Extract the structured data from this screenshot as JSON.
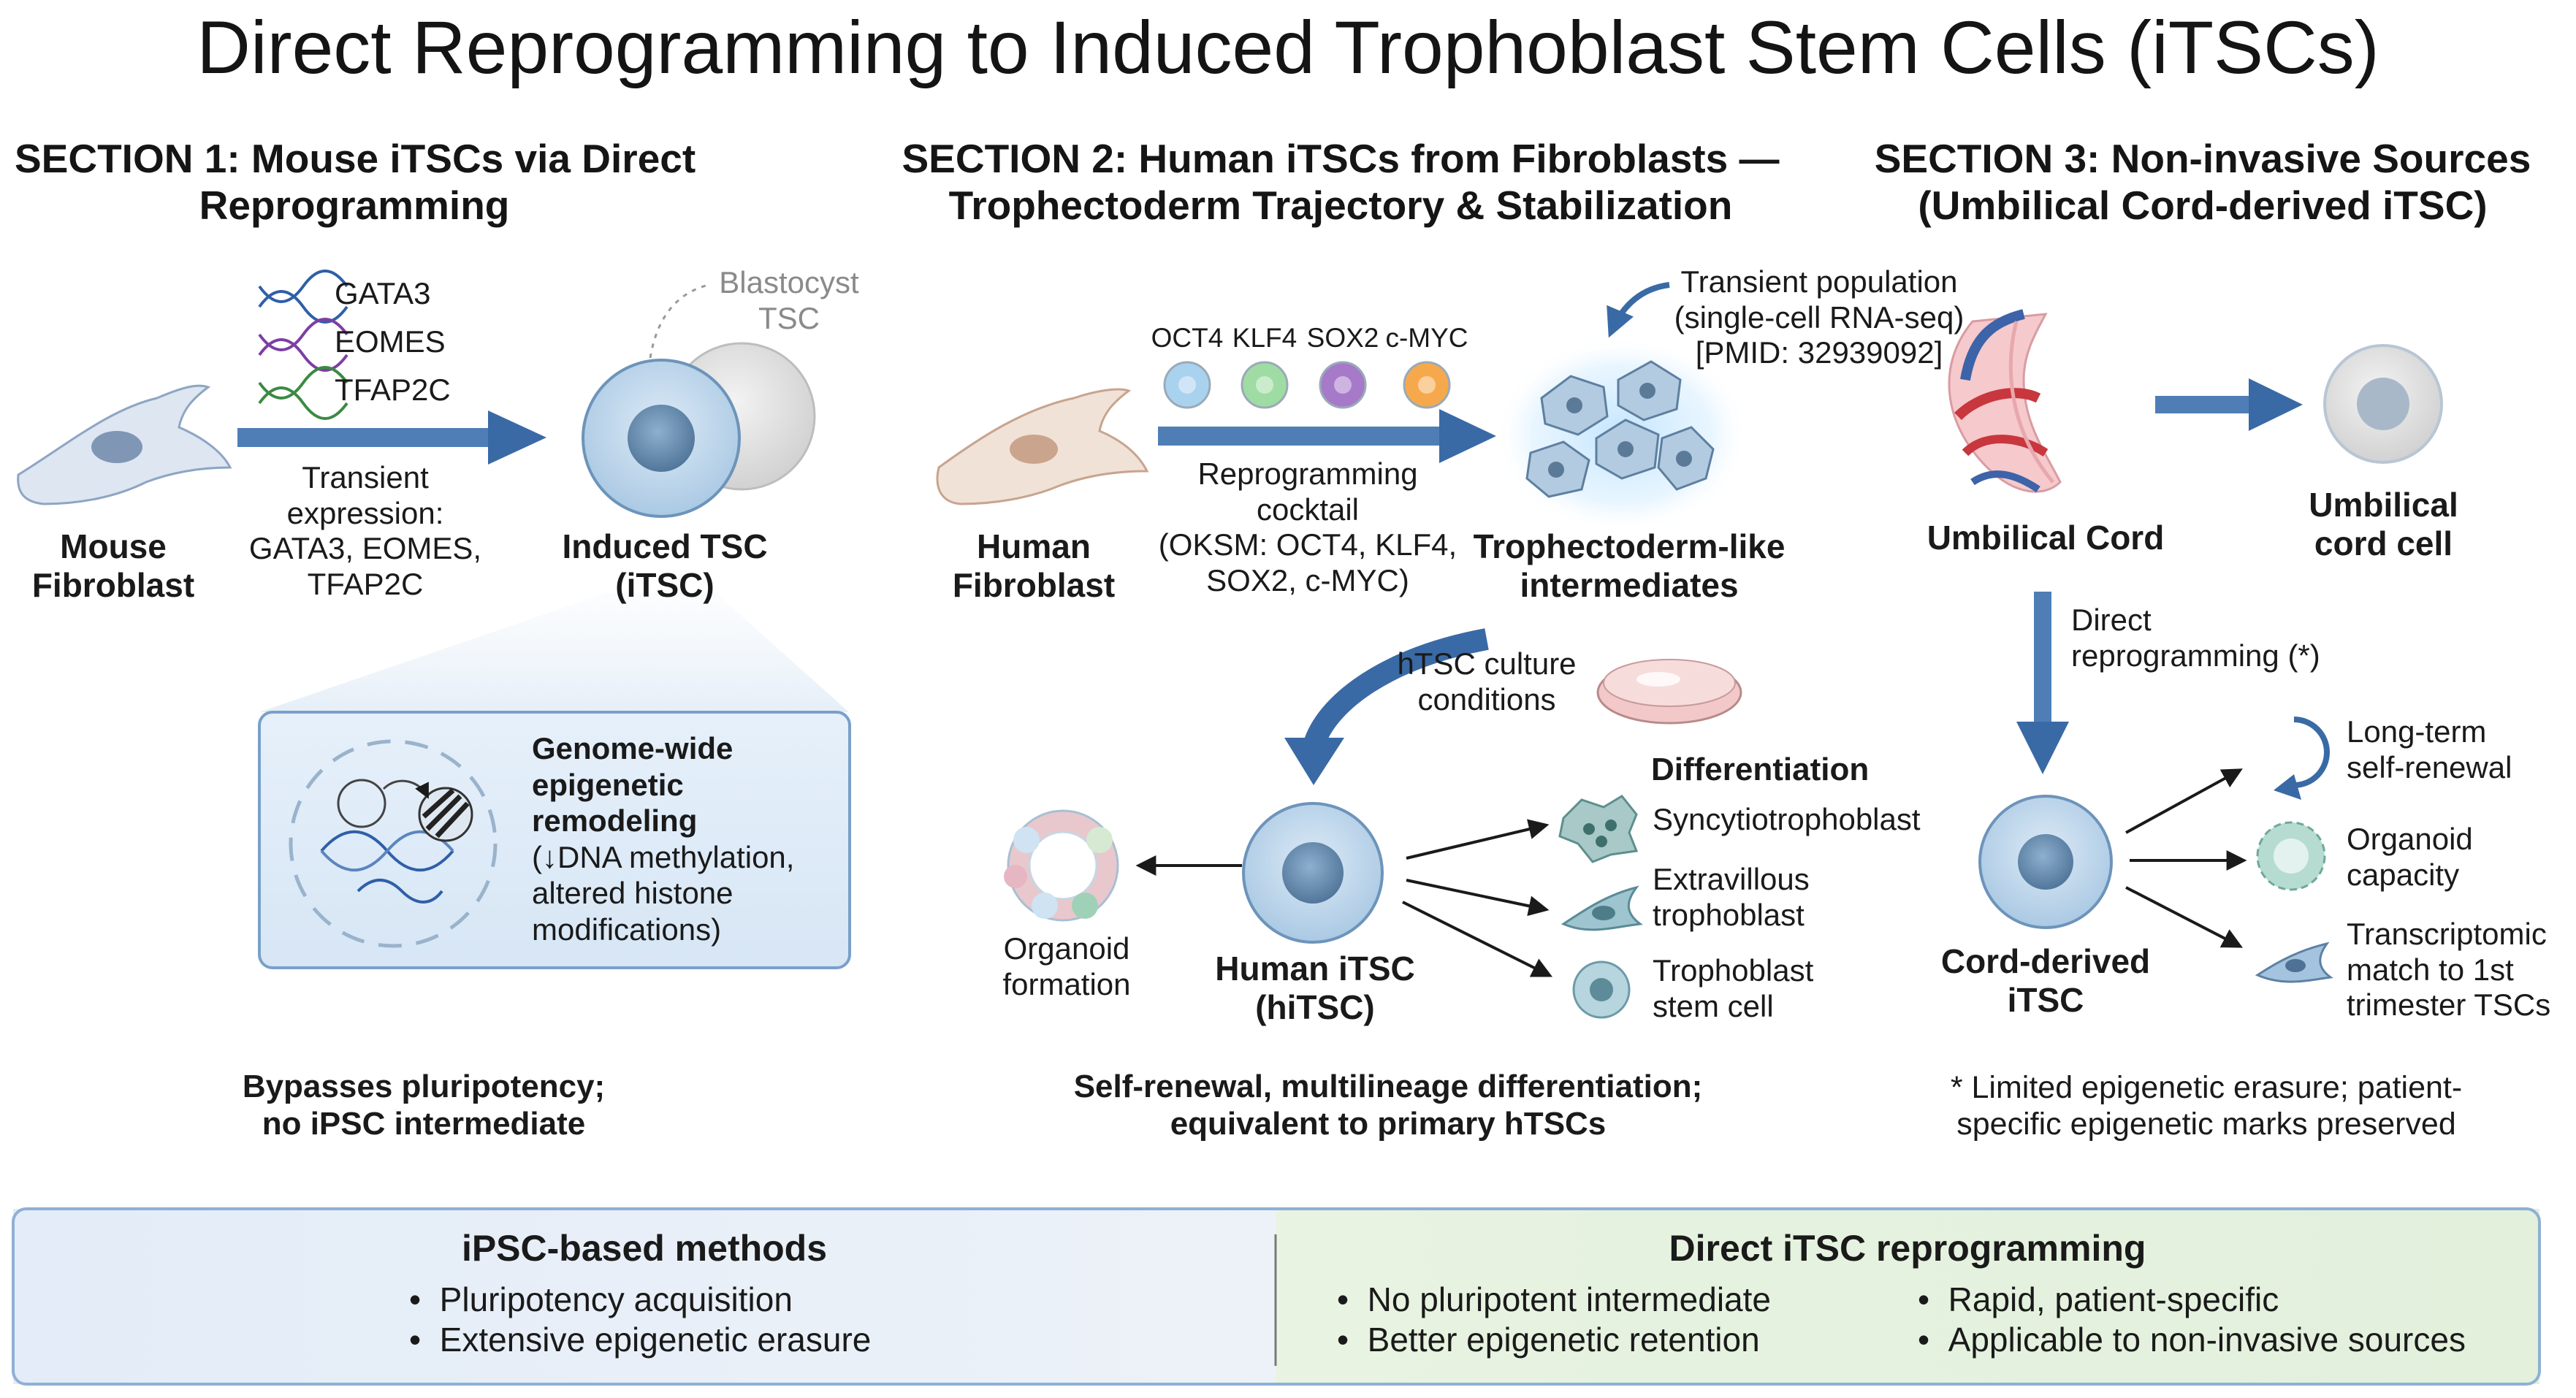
{
  "title": "Direct Reprogramming to Induced Trophoblast Stem Cells (iTSCs)",
  "section1": {
    "heading": [
      "SECTION 1: Mouse iTSCs via Direct",
      "Reprogramming"
    ],
    "factors": [
      "GATA3",
      "EOMES",
      "TFAP2C"
    ],
    "source_label": [
      "Mouse",
      "Fibroblast"
    ],
    "transient_text": [
      "Transient",
      "expression:",
      "GATA3, EOMES,",
      "TFAP2C"
    ],
    "blastocyst_label": [
      "Blastocyst",
      "TSC"
    ],
    "target_label": [
      "Induced TSC",
      "(iTSC)"
    ],
    "epigenetic_box": {
      "bold": [
        "Genome-wide",
        "epigenetic",
        "remodeling"
      ],
      "detail": [
        "(↓DNA methylation,",
        "altered histone",
        "modifications)"
      ]
    },
    "summary": [
      "Bypasses pluripotency;",
      "no iPSC intermediate"
    ]
  },
  "section2": {
    "heading": [
      "SECTION 2: Human iTSCs from Fibroblasts —",
      "Trophectoderm Trajectory & Stabilization"
    ],
    "factors": [
      {
        "name": "OCT4",
        "color": "#a9d2ee"
      },
      {
        "name": "KLF4",
        "color": "#9fdca3"
      },
      {
        "name": "SOX2",
        "color": "#a679c9"
      },
      {
        "name": "c-MYC",
        "color": "#f6a94c"
      }
    ],
    "source_label": [
      "Human",
      "Fibroblast"
    ],
    "cocktail_text": [
      "Reprogramming",
      "cocktail",
      "(OKSM: OCT4, KLF4,",
      "SOX2, c-MYC)"
    ],
    "transient_text": [
      "Transient population",
      "(single-cell RNA-seq)",
      "[PMID: 32939092]"
    ],
    "intermediate_label": [
      "Trophectoderm-like",
      "intermediates"
    ],
    "culture_text": [
      "hTSC culture",
      "conditions"
    ],
    "hitsc_label": [
      "Human iTSC",
      "(hiTSC)"
    ],
    "organoid_label": [
      "Organoid",
      "formation"
    ],
    "differentiation_title": "Differentiation",
    "differentiation": [
      [
        "Syncytiotrophoblast"
      ],
      [
        "Extravillous",
        "trophoblast"
      ],
      [
        "Trophoblast",
        "stem cell"
      ]
    ],
    "summary": [
      "Self-renewal, multilineage differentiation;",
      "equivalent to primary hTSCs"
    ]
  },
  "section3": {
    "heading": [
      "SECTION 3: Non-invasive Sources",
      "(Umbilical Cord-derived iTSC)"
    ],
    "cord_label": "Umbilical Cord",
    "cell_label": [
      "Umbilical",
      "cord cell"
    ],
    "direct_text": [
      "Direct",
      "reprogramming (*)"
    ],
    "cord_itsc_label": [
      "Cord-derived",
      "iTSC"
    ],
    "outcomes": [
      [
        "Long-term",
        "self-renewal"
      ],
      [
        "Organoid",
        "capacity"
      ],
      [
        "Transcriptomic",
        "match to 1st",
        "trimester TSCs"
      ]
    ],
    "footnote": [
      "* Limited epigenetic erasure; patient-",
      "specific epigenetic marks preserved"
    ]
  },
  "comparison": {
    "left_title": "iPSC-based methods",
    "left_items": [
      "Pluripotency acquisition",
      "Extensive epigenetic erasure"
    ],
    "right_title": "Direct iTSC reprogramming",
    "right_col1": [
      "No pluripotent intermediate",
      "Better epigenetic retention"
    ],
    "right_col2": [
      "Rapid, patient-specific",
      "Applicable to non-invasive sources"
    ],
    "colors": {
      "left_bg": "#e7eef8",
      "right_bg": "#e6f2e0",
      "border": "#8fb0d4"
    }
  },
  "colors": {
    "arrow": "#3a6aa5",
    "cell": "#c9deee",
    "nucleus": "#6f93b4"
  }
}
